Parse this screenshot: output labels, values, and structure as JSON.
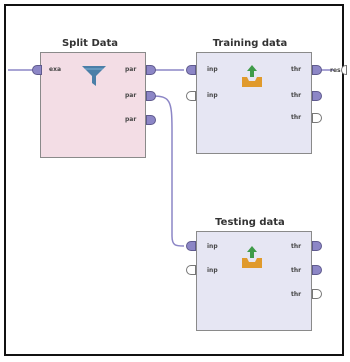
{
  "operators": {
    "split": {
      "title": "Split Data",
      "in_ports": [
        "exa"
      ],
      "out_ports": [
        "par",
        "par",
        "par"
      ]
    },
    "training": {
      "title": "Training data",
      "in_ports": [
        "inp",
        "inp"
      ],
      "out_ports": [
        "thr",
        "thr",
        "thr"
      ]
    },
    "testing": {
      "title": "Testing data",
      "in_ports": [
        "inp",
        "inp"
      ],
      "out_ports": [
        "thr",
        "thr",
        "thr"
      ]
    }
  },
  "result_port_label": "res",
  "icons": {
    "split": "filter-funnel-icon",
    "store": "store-upload-icon"
  },
  "colors": {
    "split_body": "#f3dde5",
    "store_body": "#e6e6f3",
    "port_fill": "#8c86c6",
    "wire": "#8c86c6"
  }
}
